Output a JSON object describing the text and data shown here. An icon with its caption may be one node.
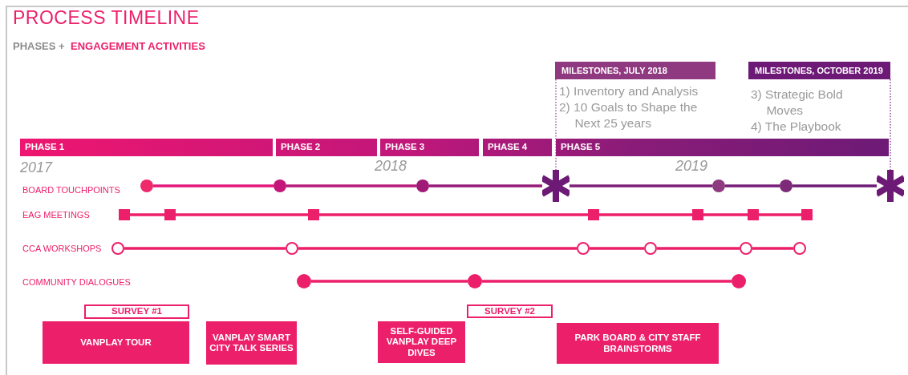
{
  "diagram": {
    "title": "PROCESS TIMELINE",
    "nodes": [
      {
        "text": [
          "MILESTONES, JULY 2018"
        ],
        "beside": [
          "1) Inventory and Analysis",
          "2) 10 Goals to Shape the Next 25 years"
        ]
      },
      {
        "text": [
          "MILESTONES, OCTOBER 2019"
        ],
        "beside": [
          "3) Strategic Bold Moves",
          "4) The Playbook"
        ]
      },
      {
        "text": [
          "PHASE 1"
        ]
      },
      {
        "text": [
          "PHASE 2"
        ]
      },
      {
        "text": [
          "PHASE 3"
        ]
      },
      {
        "text": [
          "PHASE 4"
        ]
      },
      {
        "text": [
          "PHASE 5"
        ]
      },
      {
        "text": [
          "SURVEY #1"
        ]
      },
      {
        "text": [
          "VANPLAY TOUR"
        ]
      },
      {
        "text": [
          "VANPLAY SMART CITY TALK SERIES"
        ]
      },
      {
        "text": [
          "SELF-GUIDED VANPLAY DEEP DIVES"
        ]
      },
      {
        "text": [
          "SURVEY #2"
        ]
      },
      {
        "text": [
          "PARK BOARD & CITY STAFF BRAINSTORMS"
        ]
      },
      {
        "text": [],
        "shape": "circle"
      },
      {
        "text": [],
        "shape": "circle"
      },
      {
        "text": [],
        "shape": "circle"
      },
      {
        "text": [],
        "shape": "asterisk"
      },
      {
        "text": [],
        "shape": "circle"
      },
      {
        "text": [],
        "shape": "circle"
      },
      {
        "text": [],
        "shape": "asterisk"
      },
      {
        "text": [],
        "shape": "square"
      },
      {
        "text": [],
        "shape": "square"
      },
      {
        "text": [],
        "shape": "square"
      },
      {
        "text": [],
        "shape": "square"
      },
      {
        "text": [],
        "shape": "square"
      },
      {
        "text": [],
        "shape": "square"
      },
      {
        "text": [],
        "shape": "square"
      },
      {
        "text": [],
        "shape": "ring"
      },
      {
        "text": [],
        "shape": "ring"
      },
      {
        "text": [],
        "shape": "ring"
      },
      {
        "text": [],
        "shape": "ring"
      },
      {
        "text": [],
        "shape": "ring"
      },
      {
        "text": [],
        "shape": "ring"
      },
      {
        "text": [],
        "shape": "circle"
      },
      {
        "text": [],
        "shape": "circle"
      },
      {
        "text": [],
        "shape": "circle"
      }
    ],
    "edges": [
      {
        "from": 13,
        "to": 14,
        "arrow": "none",
        "color": "#e2187a"
      },
      {
        "from": 14,
        "to": 15,
        "arrow": "none",
        "color": "#b81a79"
      },
      {
        "from": 15,
        "to": 16,
        "arrow": "none",
        "color": "#961b79"
      },
      {
        "from": 16,
        "to": 17,
        "arrow": "none",
        "color": "#7e1f78"
      },
      {
        "from": 17,
        "to": 18,
        "arrow": "none",
        "color": "#761e78"
      },
      {
        "from": 18,
        "to": 19,
        "arrow": "none",
        "color": "#6e1d77"
      },
      {
        "from": 20,
        "to": 21,
        "arrow": "none"
      },
      {
        "from": 21,
        "to": 22,
        "arrow": "none"
      },
      {
        "from": 22,
        "to": 23,
        "arrow": "none"
      },
      {
        "from": 23,
        "to": 24,
        "arrow": "none"
      },
      {
        "from": 24,
        "to": 25,
        "arrow": "none"
      },
      {
        "from": 25,
        "to": 26,
        "arrow": "none"
      },
      {
        "from": 27,
        "to": 28,
        "arrow": "none"
      },
      {
        "from": 28,
        "to": 29,
        "arrow": "none"
      },
      {
        "from": 29,
        "to": 30,
        "arrow": "none"
      },
      {
        "from": 30,
        "to": 31,
        "arrow": "none"
      },
      {
        "from": 31,
        "to": 32,
        "arrow": "none"
      },
      {
        "from": 33,
        "to": 34,
        "arrow": "none"
      },
      {
        "from": 34,
        "to": 35,
        "arrow": "none"
      },
      {
        "from": 0,
        "to": 16,
        "arrow": "none",
        "style": "dashed",
        "color": "#8f3a80"
      },
      {
        "from": 1,
        "to": 19,
        "arrow": "none",
        "style": "dashed",
        "color": "#6d1a76"
      }
    ],
    "labels": [
      "PHASES +",
      "ENGAGEMENT ACTIVITIES",
      "2017",
      "2018",
      "2019",
      "BOARD TOUCHPOINTS",
      "EAG MEETINGS",
      "CCA WORKSHOPS",
      "COMMUNITY DIALOGUES"
    ]
  }
}
